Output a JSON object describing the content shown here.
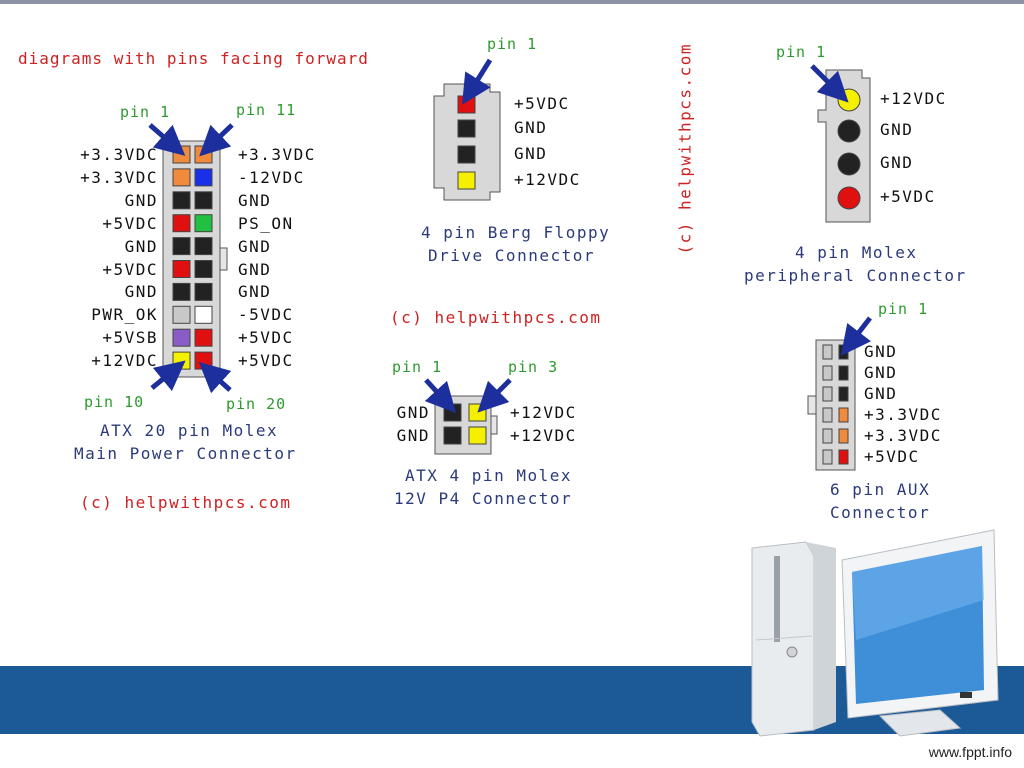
{
  "intro": "diagrams with pins facing forward",
  "atx20": {
    "pin1": "pin 1",
    "pin11": "pin 11",
    "pin10": "pin 10",
    "pin20": "pin 20",
    "left_labels": [
      "+3.3VDC",
      "+3.3VDC",
      "GND",
      "+5VDC",
      "GND",
      "+5VDC",
      "GND",
      "PWR_OK",
      "+5VSB",
      "+12VDC"
    ],
    "right_labels": [
      "+3.3VDC",
      "-12VDC",
      "GND",
      "PS_ON",
      "GND",
      "GND",
      "GND",
      "-5VDC",
      "+5VDC",
      "+5VDC"
    ],
    "left_colors": [
      "#f08a3c",
      "#f08a3c",
      "#222222",
      "#e01010",
      "#222222",
      "#e01010",
      "#222222",
      "#c8c8c8",
      "#8a5cc8",
      "#f5f000"
    ],
    "right_colors": [
      "#f08a3c",
      "#1a30e8",
      "#222222",
      "#22c040",
      "#222222",
      "#222222",
      "#222222",
      "#ffffff",
      "#e01010",
      "#e01010"
    ],
    "title1": "ATX 20 pin Molex",
    "title2": "Main Power Connector",
    "copyright": "(c) helpwithpcs.com"
  },
  "floppy": {
    "pin1": "pin 1",
    "labels": [
      "+5VDC",
      "GND",
      "GND",
      "+12VDC"
    ],
    "colors": [
      "#e01010",
      "#222222",
      "#222222",
      "#f5f000"
    ],
    "title1": "4 pin Berg Floppy",
    "title2": "Drive Connector",
    "copyright": "(c) helpwithpcs.com"
  },
  "p4": {
    "pin1": "pin 1",
    "pin3": "pin 3",
    "left_labels": [
      "GND",
      "GND"
    ],
    "right_labels": [
      "+12VDC",
      "+12VDC"
    ],
    "left_colors": [
      "#222222",
      "#222222"
    ],
    "right_colors": [
      "#f5f000",
      "#f5f000"
    ],
    "title1": "ATX 4 pin Molex",
    "title2": "12V P4 Connector"
  },
  "vertical_copyright": "(c) helpwithpcs.com",
  "molex": {
    "pin1": "pin 1",
    "labels": [
      "+12VDC",
      "GND",
      "GND",
      "+5VDC"
    ],
    "colors": [
      "#f5f000",
      "#222222",
      "#222222",
      "#e01010"
    ],
    "title1": "4 pin Molex",
    "title2": "peripheral Connector"
  },
  "aux": {
    "pin1": "pin 1",
    "labels": [
      "GND",
      "GND",
      "GND",
      "+3.3VDC",
      "+3.3VDC",
      "+5VDC"
    ],
    "colors": [
      "#222222",
      "#222222",
      "#222222",
      "#f08a3c",
      "#f08a3c",
      "#e01010"
    ],
    "title1": "6 pin AUX",
    "title2": "Connector"
  },
  "footer_url": "www.fppt.info"
}
